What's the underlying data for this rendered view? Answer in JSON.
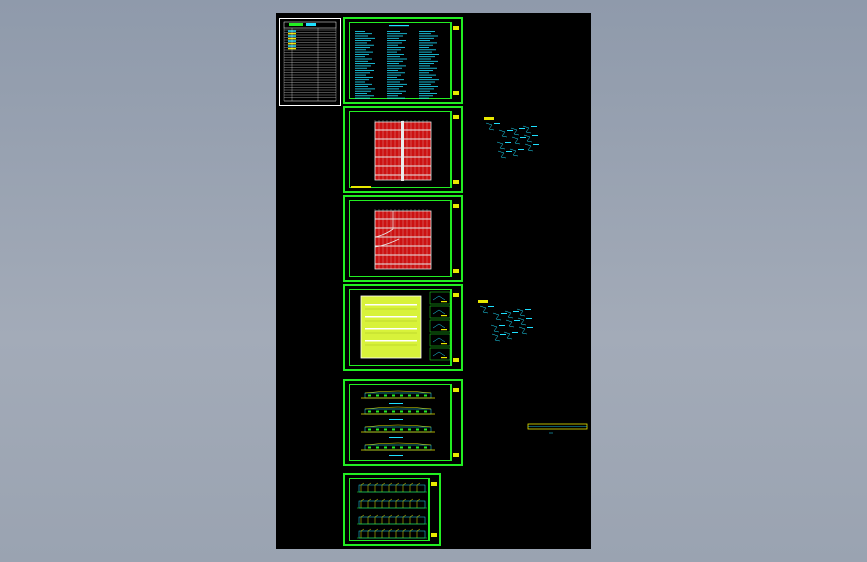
{
  "viewport": {
    "background": "#97a0ae"
  },
  "canvas": {
    "background": "#000000"
  },
  "colors": {
    "frame": "#22ee22",
    "text_cyan": "#1ee0ff",
    "accent_yellow": "#e8e800",
    "hatch_red": "#cc1111",
    "index_white": "#ffffff",
    "wall_white": "#e8e8e8"
  },
  "sheets": [
    {
      "name": "index-sheet",
      "type": "index-table"
    },
    {
      "name": "general-notes-sheet",
      "type": "text-notes"
    },
    {
      "name": "plan-sheet-1",
      "type": "floor-plan-red"
    },
    {
      "name": "plan-sheet-2",
      "type": "floor-plan-red"
    },
    {
      "name": "roof-plan-sheet",
      "type": "green-roof-plan"
    },
    {
      "name": "elevation-sheet",
      "type": "elevations"
    },
    {
      "name": "section-sheet",
      "type": "sections"
    }
  ],
  "loose_items": [
    {
      "name": "detail-note-cluster-1",
      "type": "cyan-notes"
    },
    {
      "name": "detail-note-cluster-2",
      "type": "cyan-notes"
    },
    {
      "name": "loose-beam-detail",
      "type": "beam"
    }
  ]
}
